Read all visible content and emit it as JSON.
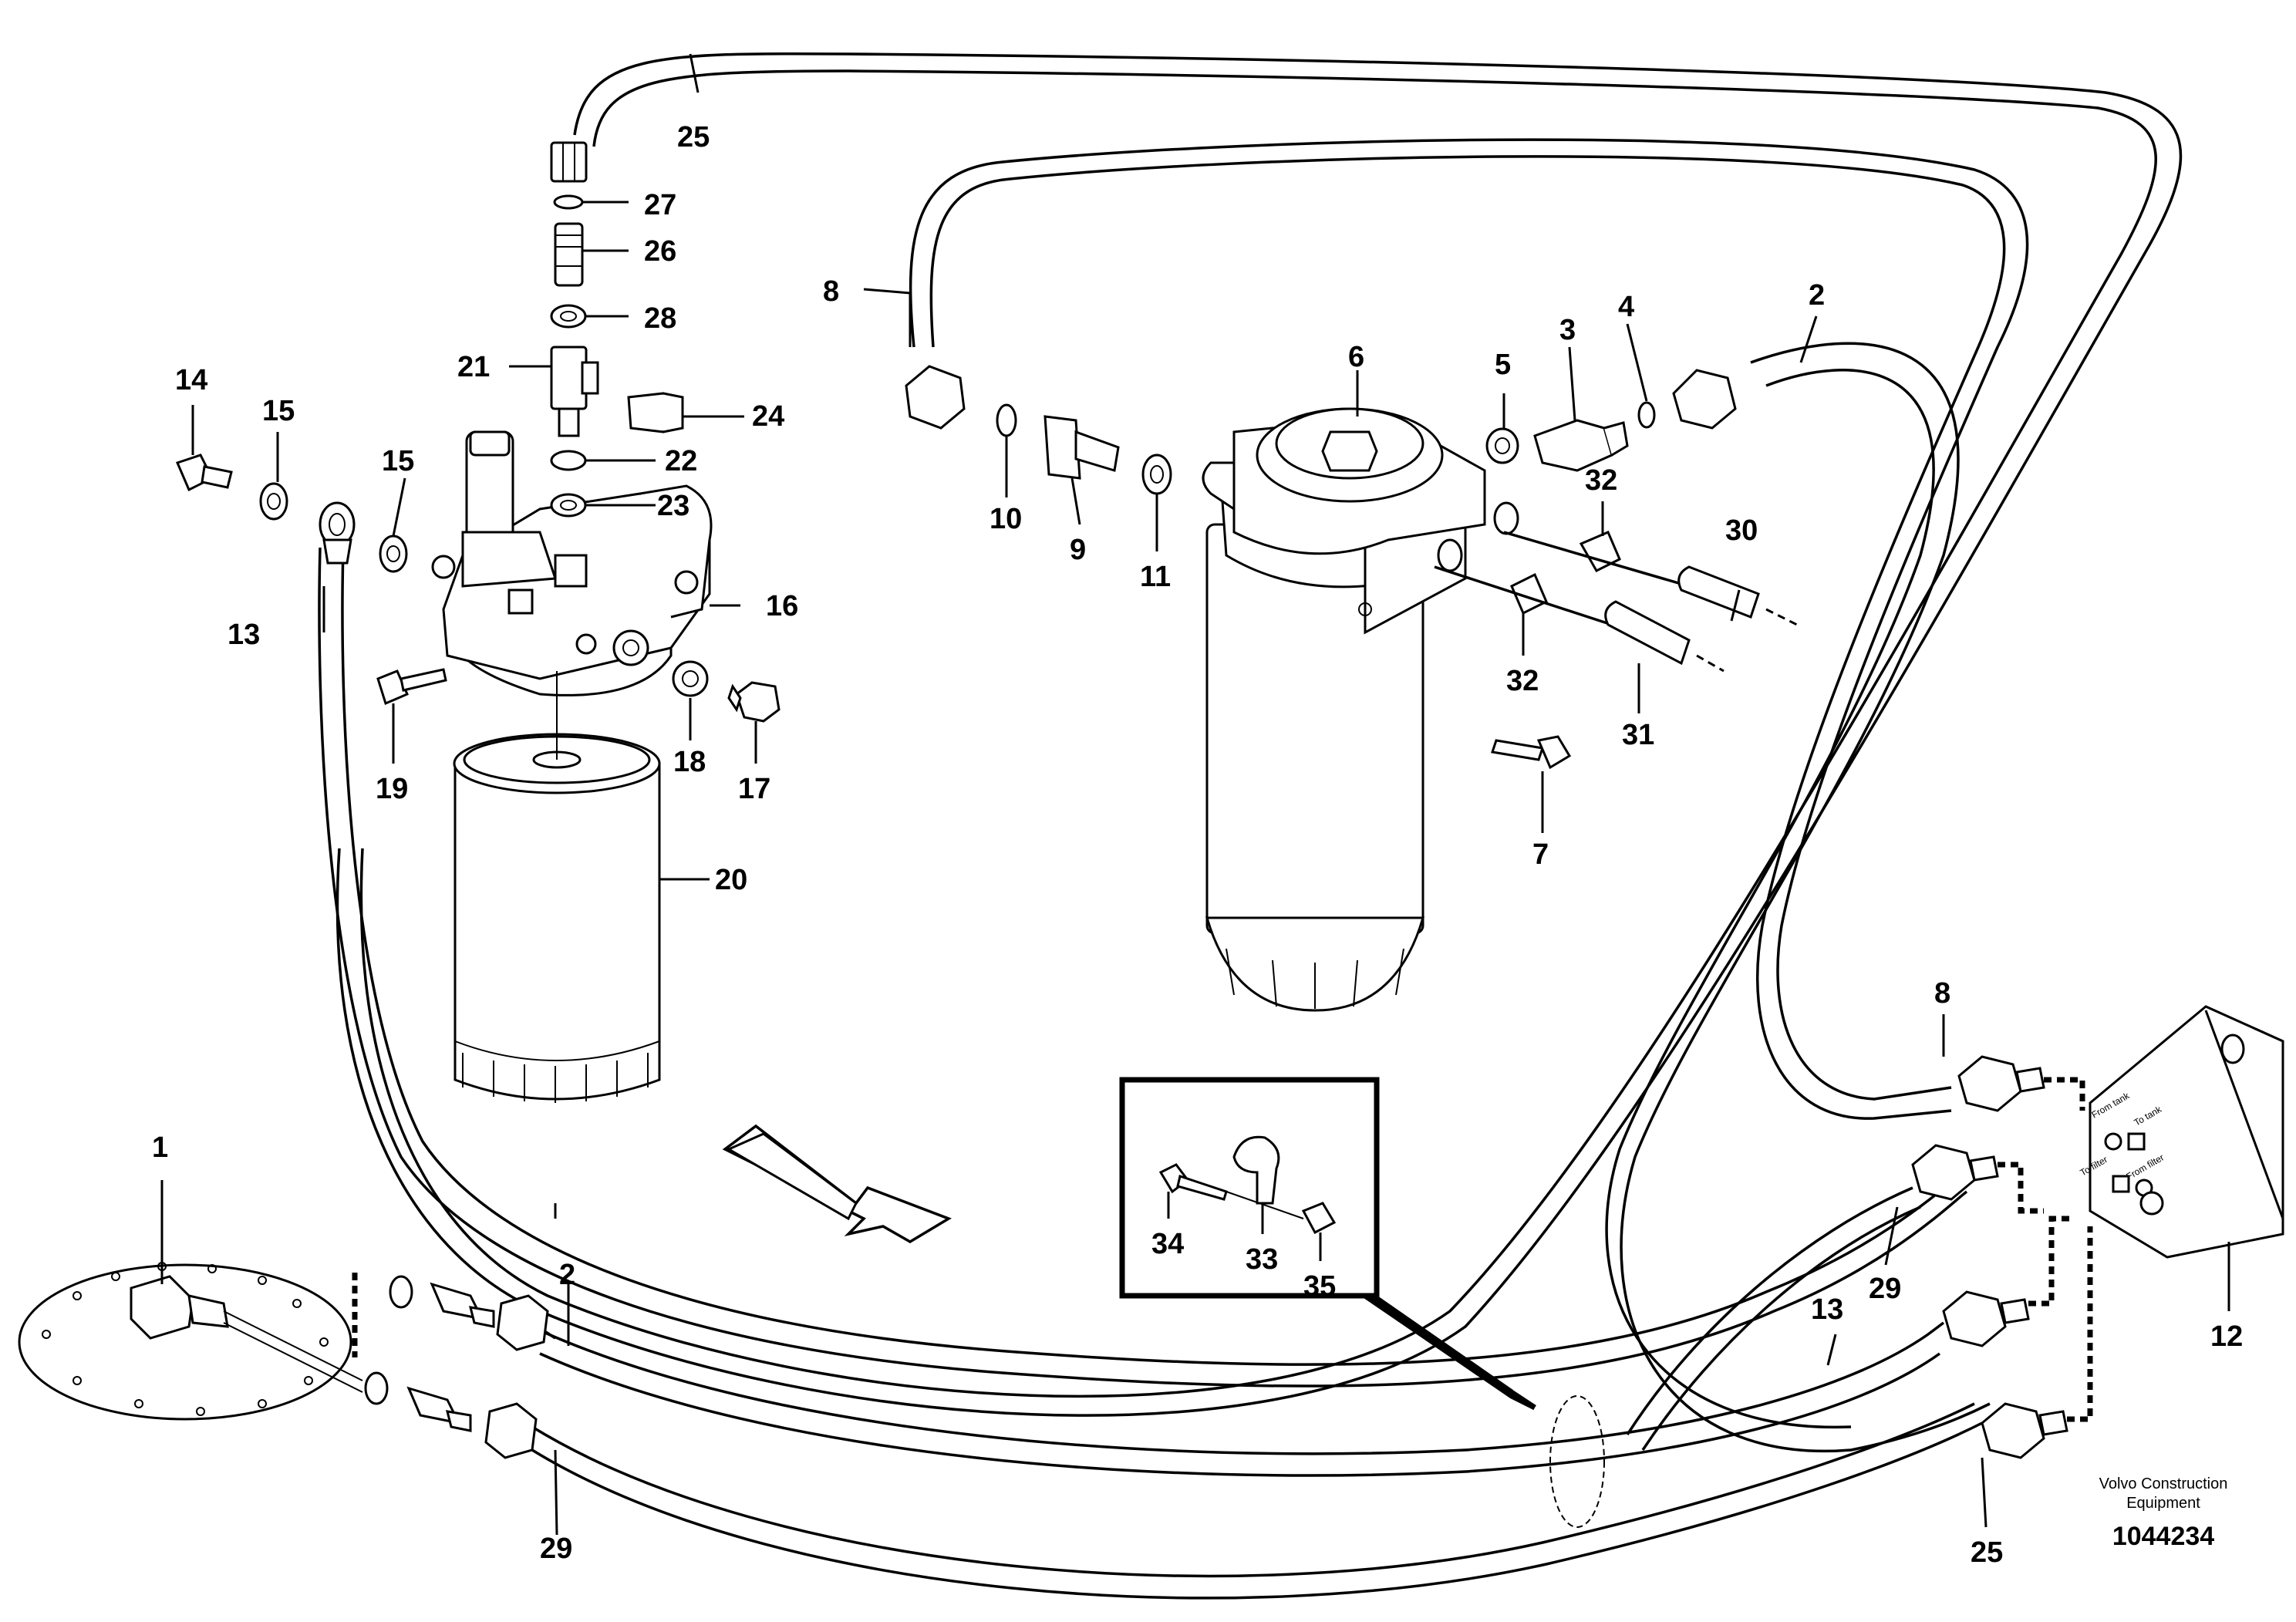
{
  "callouts": [
    {
      "id": "c1",
      "text": "1"
    },
    {
      "id": "c2a",
      "text": "2"
    },
    {
      "id": "c2b",
      "text": "2"
    },
    {
      "id": "c3",
      "text": "3"
    },
    {
      "id": "c4",
      "text": "4"
    },
    {
      "id": "c5",
      "text": "5"
    },
    {
      "id": "c6",
      "text": "6"
    },
    {
      "id": "c7",
      "text": "7"
    },
    {
      "id": "c8a",
      "text": "8"
    },
    {
      "id": "c8b",
      "text": "8"
    },
    {
      "id": "c9",
      "text": "9"
    },
    {
      "id": "c10",
      "text": "10"
    },
    {
      "id": "c11",
      "text": "11"
    },
    {
      "id": "c12",
      "text": "12"
    },
    {
      "id": "c13a",
      "text": "13"
    },
    {
      "id": "c13b",
      "text": "13"
    },
    {
      "id": "c14",
      "text": "14"
    },
    {
      "id": "c15a",
      "text": "15"
    },
    {
      "id": "c15b",
      "text": "15"
    },
    {
      "id": "c16",
      "text": "16"
    },
    {
      "id": "c17",
      "text": "17"
    },
    {
      "id": "c18",
      "text": "18"
    },
    {
      "id": "c19",
      "text": "19"
    },
    {
      "id": "c20",
      "text": "20"
    },
    {
      "id": "c21",
      "text": "21"
    },
    {
      "id": "c22",
      "text": "22"
    },
    {
      "id": "c23",
      "text": "23"
    },
    {
      "id": "c24",
      "text": "24"
    },
    {
      "id": "c25a",
      "text": "25"
    },
    {
      "id": "c25b",
      "text": "25"
    },
    {
      "id": "c26",
      "text": "26"
    },
    {
      "id": "c27",
      "text": "27"
    },
    {
      "id": "c28",
      "text": "28"
    },
    {
      "id": "c29a",
      "text": "29"
    },
    {
      "id": "c29b",
      "text": "29"
    },
    {
      "id": "c30",
      "text": "30"
    },
    {
      "id": "c31",
      "text": "31"
    },
    {
      "id": "c32a",
      "text": "32"
    },
    {
      "id": "c32b",
      "text": "32"
    },
    {
      "id": "c33",
      "text": "33"
    },
    {
      "id": "c34",
      "text": "34"
    },
    {
      "id": "c35",
      "text": "35"
    }
  ],
  "bracket_labels": {
    "from_tank": "From tank",
    "to_tank": "To tank",
    "to_filter": "To filter",
    "from_filter": "From filter"
  },
  "brand": {
    "line1": "Volvo Construction",
    "line2": "Equipment"
  },
  "drawing_number": "1044234"
}
